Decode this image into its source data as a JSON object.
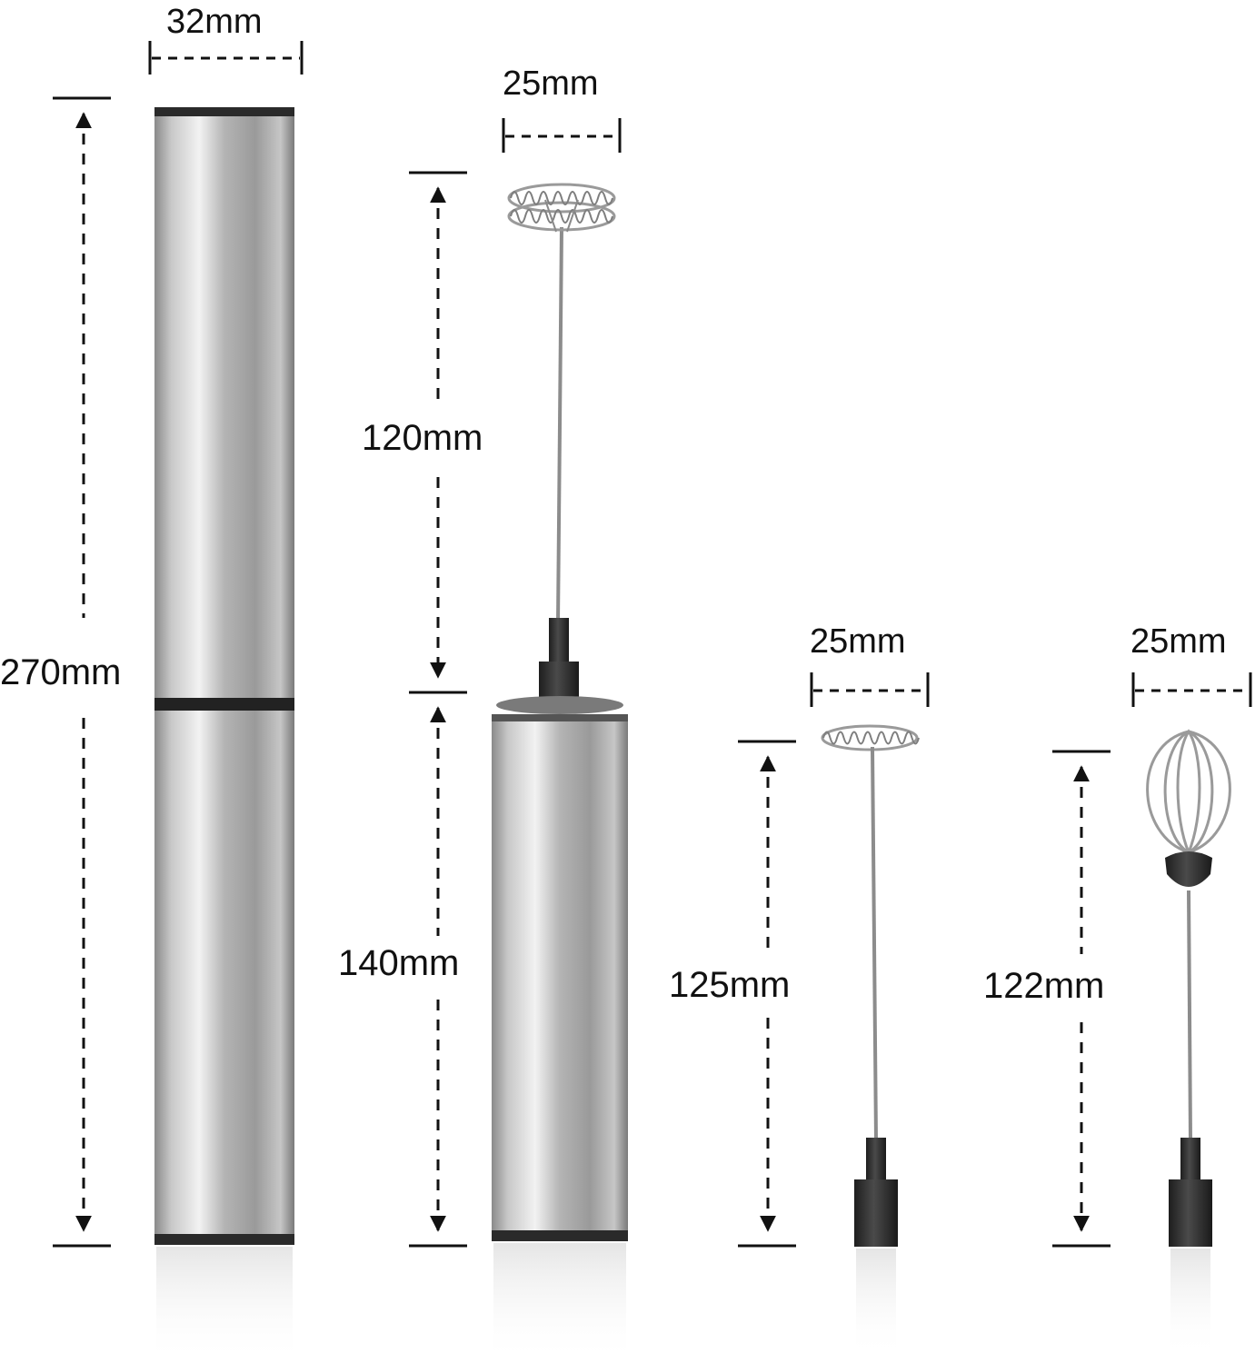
{
  "dimensions": {
    "case_width": "32mm",
    "case_length": "270mm",
    "head_width": "25mm",
    "shaft_length": "120mm",
    "handle_length": "140mm",
    "spring_whisk_width": "25mm",
    "spring_whisk_length": "125mm",
    "balloon_whisk_width": "25mm",
    "balloon_whisk_length": "122mm"
  },
  "colors": {
    "metal_light": "#f4f4f4",
    "metal_mid": "#a6a6a6",
    "metal_dark": "#6e6e6e",
    "cap": "#2b2b2b",
    "line": "#111111"
  }
}
